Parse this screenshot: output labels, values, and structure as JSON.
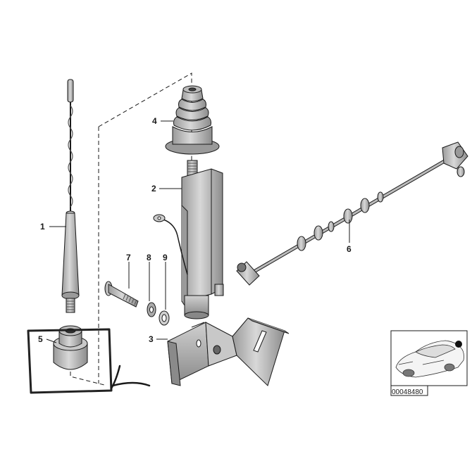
{
  "diagram": {
    "callouts": [
      {
        "id": "1",
        "label": "1",
        "part": "antenna-mast"
      },
      {
        "id": "2",
        "label": "2",
        "part": "antenna-housing"
      },
      {
        "id": "3",
        "label": "3",
        "part": "mounting-bracket"
      },
      {
        "id": "4",
        "label": "4",
        "part": "rubber-boot"
      },
      {
        "id": "5",
        "label": "5",
        "part": "grommet"
      },
      {
        "id": "6",
        "label": "6",
        "part": "antenna-cable"
      },
      {
        "id": "7",
        "label": "7",
        "part": "bolt"
      },
      {
        "id": "8",
        "label": "8",
        "part": "lock-washer"
      },
      {
        "id": "9",
        "label": "9",
        "part": "washer"
      }
    ],
    "inset": {
      "id_text": "00048480"
    },
    "colors": {
      "line": "#1a1a1a",
      "shade": "#b8b8b8",
      "dark_shade": "#8a8a8a",
      "highlight_box": "#222222"
    }
  }
}
